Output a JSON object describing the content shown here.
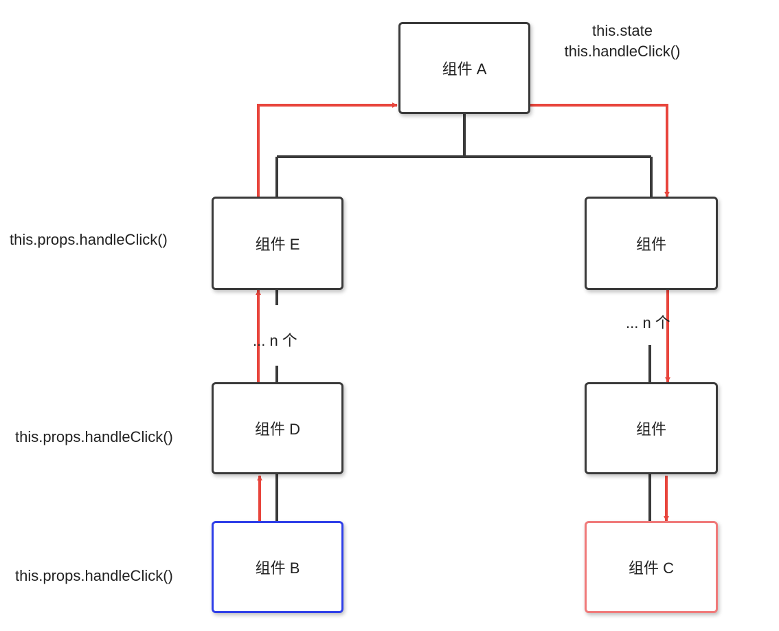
{
  "nodes": {
    "a": "组件 A",
    "e": "组件 E",
    "d": "组件 D",
    "b": "组件 B",
    "right_top": "组件",
    "right_mid": "组件",
    "c": "组件 C"
  },
  "annotations": {
    "state": "this.state",
    "handler": "this.handleClick()",
    "props_e": "this.props.handleClick()",
    "props_d": "this.props.handleClick()",
    "props_b": "this.props.handleClick()",
    "ellipsis_left": "... n 个",
    "ellipsis_right": "... n 个"
  },
  "colors": {
    "tree_line": "#3a3a3a",
    "callback_arrow": "#e8453c",
    "highlight_source": "#2f3fe8",
    "highlight_target": "#f07a7a"
  }
}
